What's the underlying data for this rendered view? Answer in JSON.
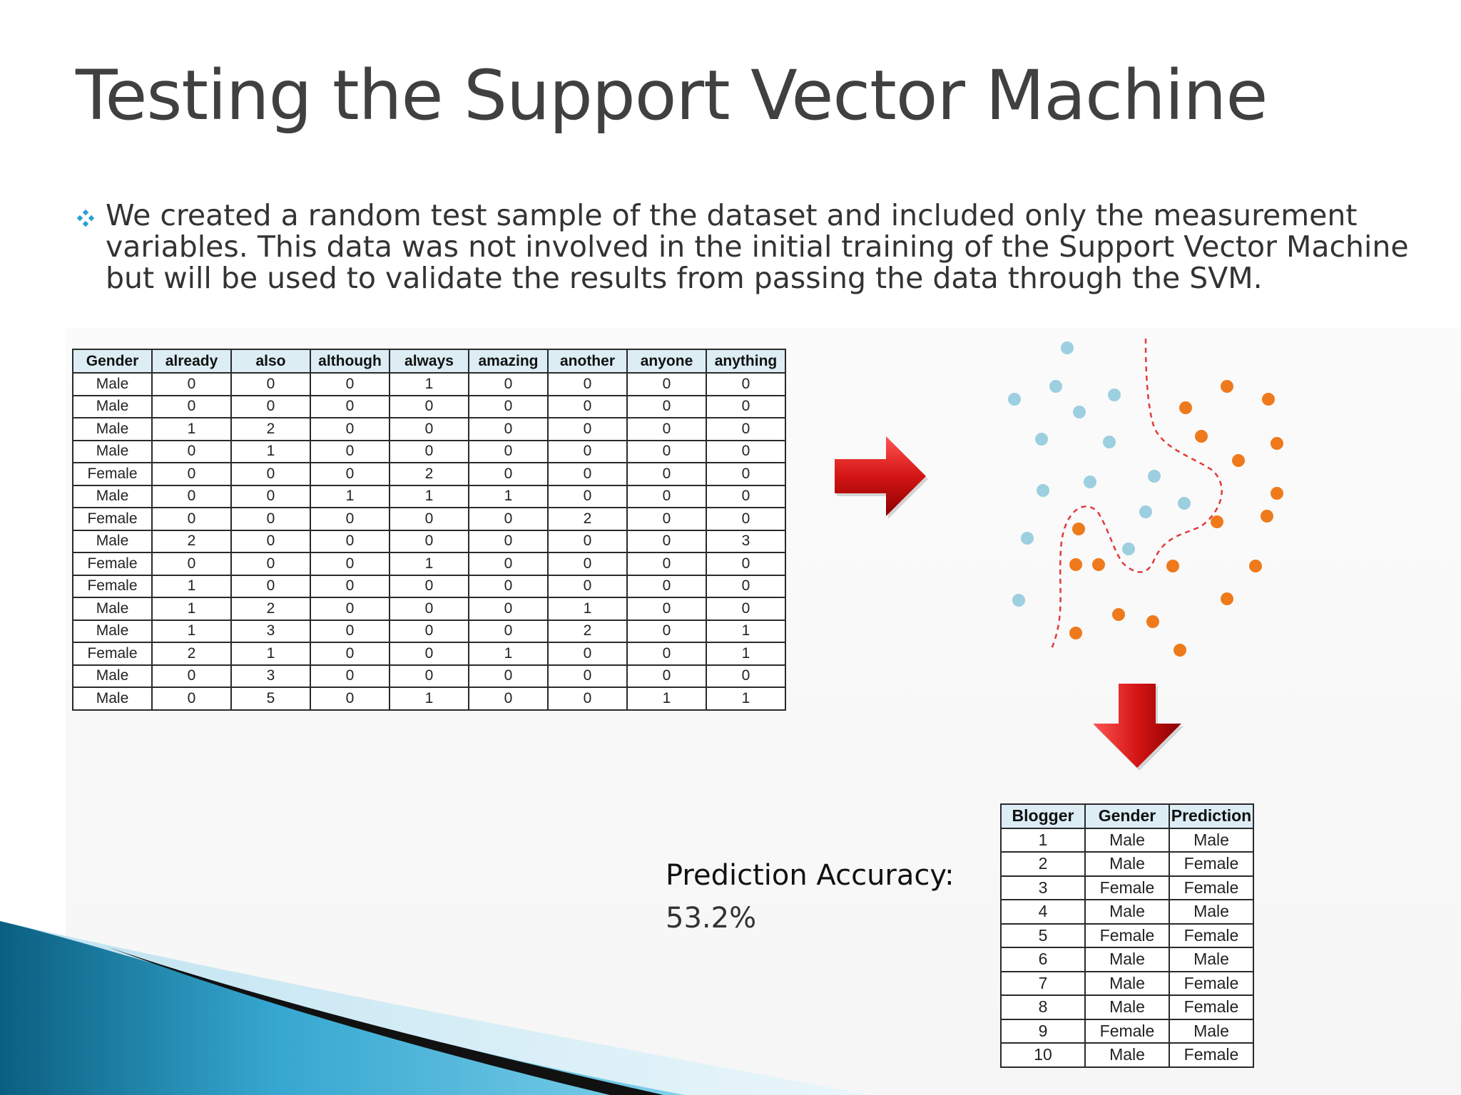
{
  "slide": {
    "title": "Testing the Support Vector Machine",
    "bullet": "We created a random test sample of the dataset and included only the measurement variables. This data was not involved in the initial training of the Support Vector Machine but will be used to validate the results from passing the data through the SVM.",
    "bullet_icon": "four-diamond-bullet-icon",
    "accent_color": "#2a9ed8"
  },
  "test_table": {
    "headers": [
      "Gender",
      "already",
      "also",
      "although",
      "always",
      "amazing",
      "another",
      "anyone",
      "anything"
    ],
    "rows": [
      [
        "Male",
        "0",
        "0",
        "0",
        "1",
        "0",
        "0",
        "0",
        "0"
      ],
      [
        "Male",
        "0",
        "0",
        "0",
        "0",
        "0",
        "0",
        "0",
        "0"
      ],
      [
        "Male",
        "1",
        "2",
        "0",
        "0",
        "0",
        "0",
        "0",
        "0"
      ],
      [
        "Male",
        "0",
        "1",
        "0",
        "0",
        "0",
        "0",
        "0",
        "0"
      ],
      [
        "Female",
        "0",
        "0",
        "0",
        "2",
        "0",
        "0",
        "0",
        "0"
      ],
      [
        "Male",
        "0",
        "0",
        "1",
        "1",
        "1",
        "0",
        "0",
        "0"
      ],
      [
        "Female",
        "0",
        "0",
        "0",
        "0",
        "0",
        "2",
        "0",
        "0"
      ],
      [
        "Male",
        "2",
        "0",
        "0",
        "0",
        "0",
        "0",
        "0",
        "3"
      ],
      [
        "Female",
        "0",
        "0",
        "0",
        "1",
        "0",
        "0",
        "0",
        "0"
      ],
      [
        "Female",
        "1",
        "0",
        "0",
        "0",
        "0",
        "0",
        "0",
        "0"
      ],
      [
        "Male",
        "1",
        "2",
        "0",
        "0",
        "0",
        "1",
        "0",
        "0"
      ],
      [
        "Male",
        "1",
        "3",
        "0",
        "0",
        "0",
        "2",
        "0",
        "1"
      ],
      [
        "Female",
        "2",
        "1",
        "0",
        "0",
        "1",
        "0",
        "0",
        "1"
      ],
      [
        "Male",
        "0",
        "3",
        "0",
        "0",
        "0",
        "0",
        "0",
        "0"
      ],
      [
        "Male",
        "0",
        "5",
        "0",
        "1",
        "0",
        "0",
        "1",
        "1"
      ]
    ]
  },
  "svm_graphic": {
    "class_a_color": "#9ccfe0",
    "class_b_color": "#ee7a1c",
    "boundary_color": "#e03a3a",
    "arrow_color": "#cc1111"
  },
  "accuracy": {
    "label": "Prediction Accuracy:",
    "value": "53.2%"
  },
  "prediction_table": {
    "headers": [
      "Blogger",
      "Gender",
      "Prediction"
    ],
    "rows": [
      [
        "1",
        "Male",
        "Male"
      ],
      [
        "2",
        "Male",
        "Female"
      ],
      [
        "3",
        "Female",
        "Female"
      ],
      [
        "4",
        "Male",
        "Male"
      ],
      [
        "5",
        "Female",
        "Female"
      ],
      [
        "6",
        "Male",
        "Male"
      ],
      [
        "7",
        "Male",
        "Female"
      ],
      [
        "8",
        "Male",
        "Female"
      ],
      [
        "9",
        "Female",
        "Male"
      ],
      [
        "10",
        "Male",
        "Female"
      ]
    ]
  }
}
